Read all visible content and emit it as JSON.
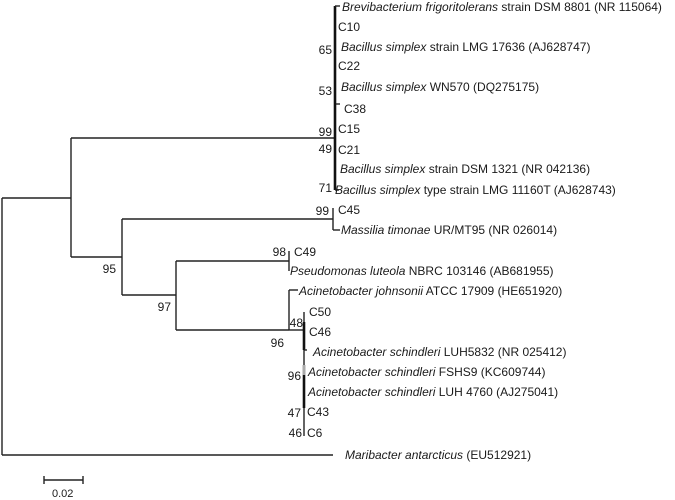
{
  "figure": {
    "type": "phylogenetic-tree",
    "scale_bar": {
      "label": "0.02"
    }
  },
  "taxa": [
    {
      "id": "t1",
      "italic": "Brevibacterium frigoritolerans",
      "rest": " strain DSM 8801 (NR 115064)"
    },
    {
      "id": "t2",
      "italic": "",
      "rest": "C10"
    },
    {
      "id": "t3",
      "italic": "Bacillus simplex",
      "rest": " strain LMG 17636 (AJ628747)"
    },
    {
      "id": "t4",
      "italic": "",
      "rest": "C22"
    },
    {
      "id": "t5",
      "italic": "Bacillus simplex",
      "rest": " WN570 (DQ275175)"
    },
    {
      "id": "t6",
      "italic": "",
      "rest": "C38"
    },
    {
      "id": "t7",
      "italic": "",
      "rest": "C15"
    },
    {
      "id": "t8",
      "italic": "",
      "rest": "C21"
    },
    {
      "id": "t9",
      "italic": "Bacillus simplex",
      "rest": " strain DSM 1321 (NR 042136)"
    },
    {
      "id": "t10",
      "italic": "Bacillus simplex",
      "rest": " type strain LMG 11160T (AJ628743)"
    },
    {
      "id": "t11",
      "italic": "",
      "rest": "C45"
    },
    {
      "id": "t12",
      "italic": "Massilia timonae",
      "rest": " UR/MT95 (NR 026014)"
    },
    {
      "id": "t13",
      "italic": "",
      "rest": "C49"
    },
    {
      "id": "t14",
      "italic": "Pseudomonas luteola",
      "rest": " NBRC 103146 (AB681955)"
    },
    {
      "id": "t15",
      "italic": "Acinetobacter johnsonii",
      "rest": " ATCC 17909 (HE651920)"
    },
    {
      "id": "t16",
      "italic": "",
      "rest": "C50"
    },
    {
      "id": "t17",
      "italic": "",
      "rest": "C46"
    },
    {
      "id": "t18",
      "italic": "Acinetobacter schindleri",
      "rest": " LUH5832 (NR 025412)"
    },
    {
      "id": "t19",
      "italic": "Acinetobacter schindleri",
      "rest": " FSHS9 (KC609744)"
    },
    {
      "id": "t20",
      "italic": "Acinetobacter schindleri",
      "rest": " LUH 4760 (AJ275041)"
    },
    {
      "id": "t21",
      "italic": "",
      "rest": "C43"
    },
    {
      "id": "t22",
      "italic": "",
      "rest": "C6"
    },
    {
      "id": "t23",
      "italic": "Maribacter antarcticus",
      "rest": " (EU512921)"
    }
  ],
  "bootstrap": {
    "b65": "65",
    "b53": "53",
    "b99a": "99",
    "b49": "49",
    "b71": "71",
    "b99b": "99",
    "b98": "98",
    "b95": "95",
    "b97": "97",
    "b48": "48",
    "b96a": "96",
    "b96b": "96",
    "b47": "47",
    "b46": "46"
  }
}
